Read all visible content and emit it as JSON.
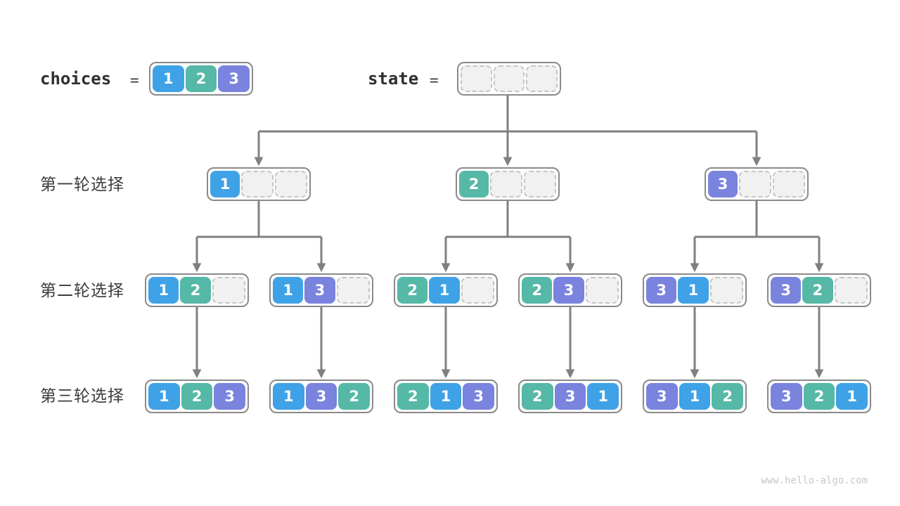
{
  "header": {
    "choices_label": "choices",
    "equals": "=",
    "state_label": "state",
    "choices_cells": [
      1,
      2,
      3
    ],
    "state_cells": [
      null,
      null,
      null
    ]
  },
  "palette": {
    "1": "#3fa2e6",
    "2": "#56b8a6",
    "3": "#7a83de"
  },
  "colors": {
    "arrow": "#808080",
    "box_border": "#8a8a8a",
    "empty_fill": "#f1f1f2",
    "empty_border": "#c5c5c5"
  },
  "rows": [
    {
      "label": "第一轮选择",
      "nodes": [
        [
          1,
          null,
          null
        ],
        [
          2,
          null,
          null
        ],
        [
          3,
          null,
          null
        ]
      ]
    },
    {
      "label": "第二轮选择",
      "nodes": [
        [
          1,
          2,
          null
        ],
        [
          1,
          3,
          null
        ],
        [
          2,
          1,
          null
        ],
        [
          2,
          3,
          null
        ],
        [
          3,
          1,
          null
        ],
        [
          3,
          2,
          null
        ]
      ]
    },
    {
      "label": "第三轮选择",
      "nodes": [
        [
          1,
          2,
          3
        ],
        [
          1,
          3,
          2
        ],
        [
          2,
          1,
          3
        ],
        [
          2,
          3,
          1
        ],
        [
          3,
          1,
          2
        ],
        [
          3,
          2,
          1
        ]
      ]
    }
  ],
  "watermark": "www.hello-algo.com"
}
